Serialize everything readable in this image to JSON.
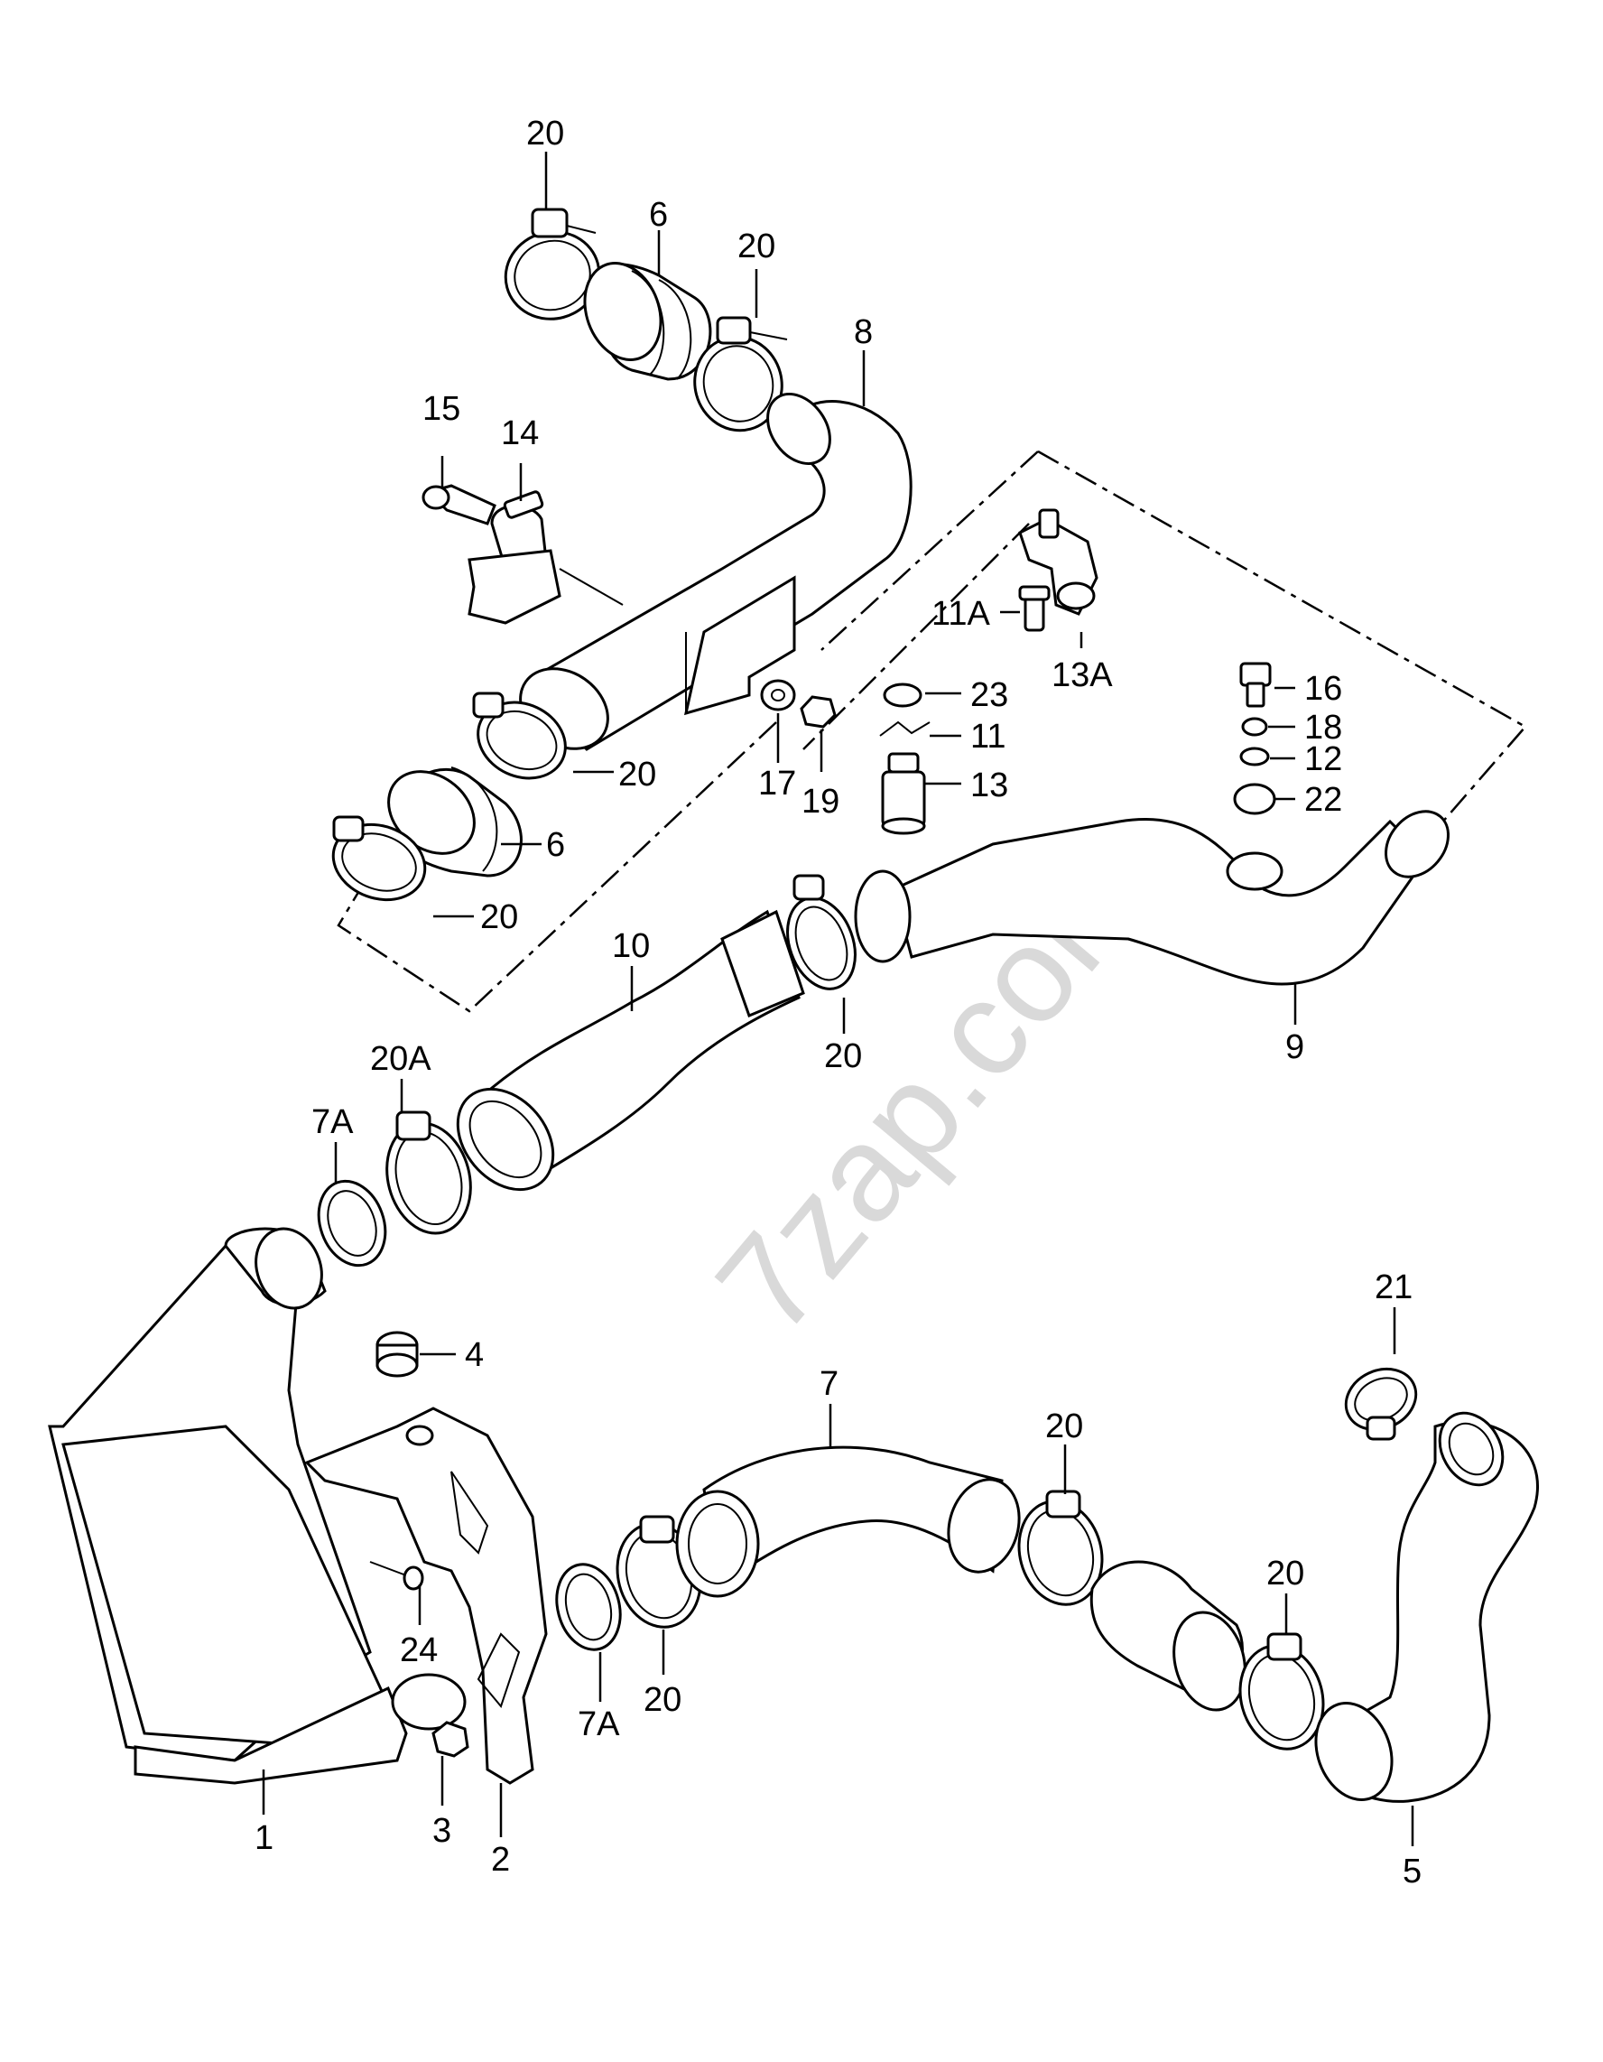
{
  "watermark": "7zap.com",
  "labels": {
    "l20_top": "20",
    "l6_top": "6",
    "l20_b": "20",
    "l8": "8",
    "l15": "15",
    "l14": "14",
    "l11A": "11A",
    "l13A": "13A",
    "l23": "23",
    "l11": "11",
    "l13": "13",
    "l17": "17",
    "l19": "19",
    "l20_c": "20",
    "l6_mid": "6",
    "l20_d": "20",
    "l16": "16",
    "l18": "18",
    "l12": "12",
    "l22": "22",
    "l10": "10",
    "l9": "9",
    "l20_e": "20",
    "l20A": "20A",
    "l7A_top": "7A",
    "l4": "4",
    "l7": "7",
    "l21": "21",
    "l20_f": "20",
    "l20_g": "20",
    "l24": "24",
    "l20_h": "20",
    "l7A_bot": "7A",
    "l1": "1",
    "l3": "3",
    "l2": "2",
    "l5": "5"
  }
}
